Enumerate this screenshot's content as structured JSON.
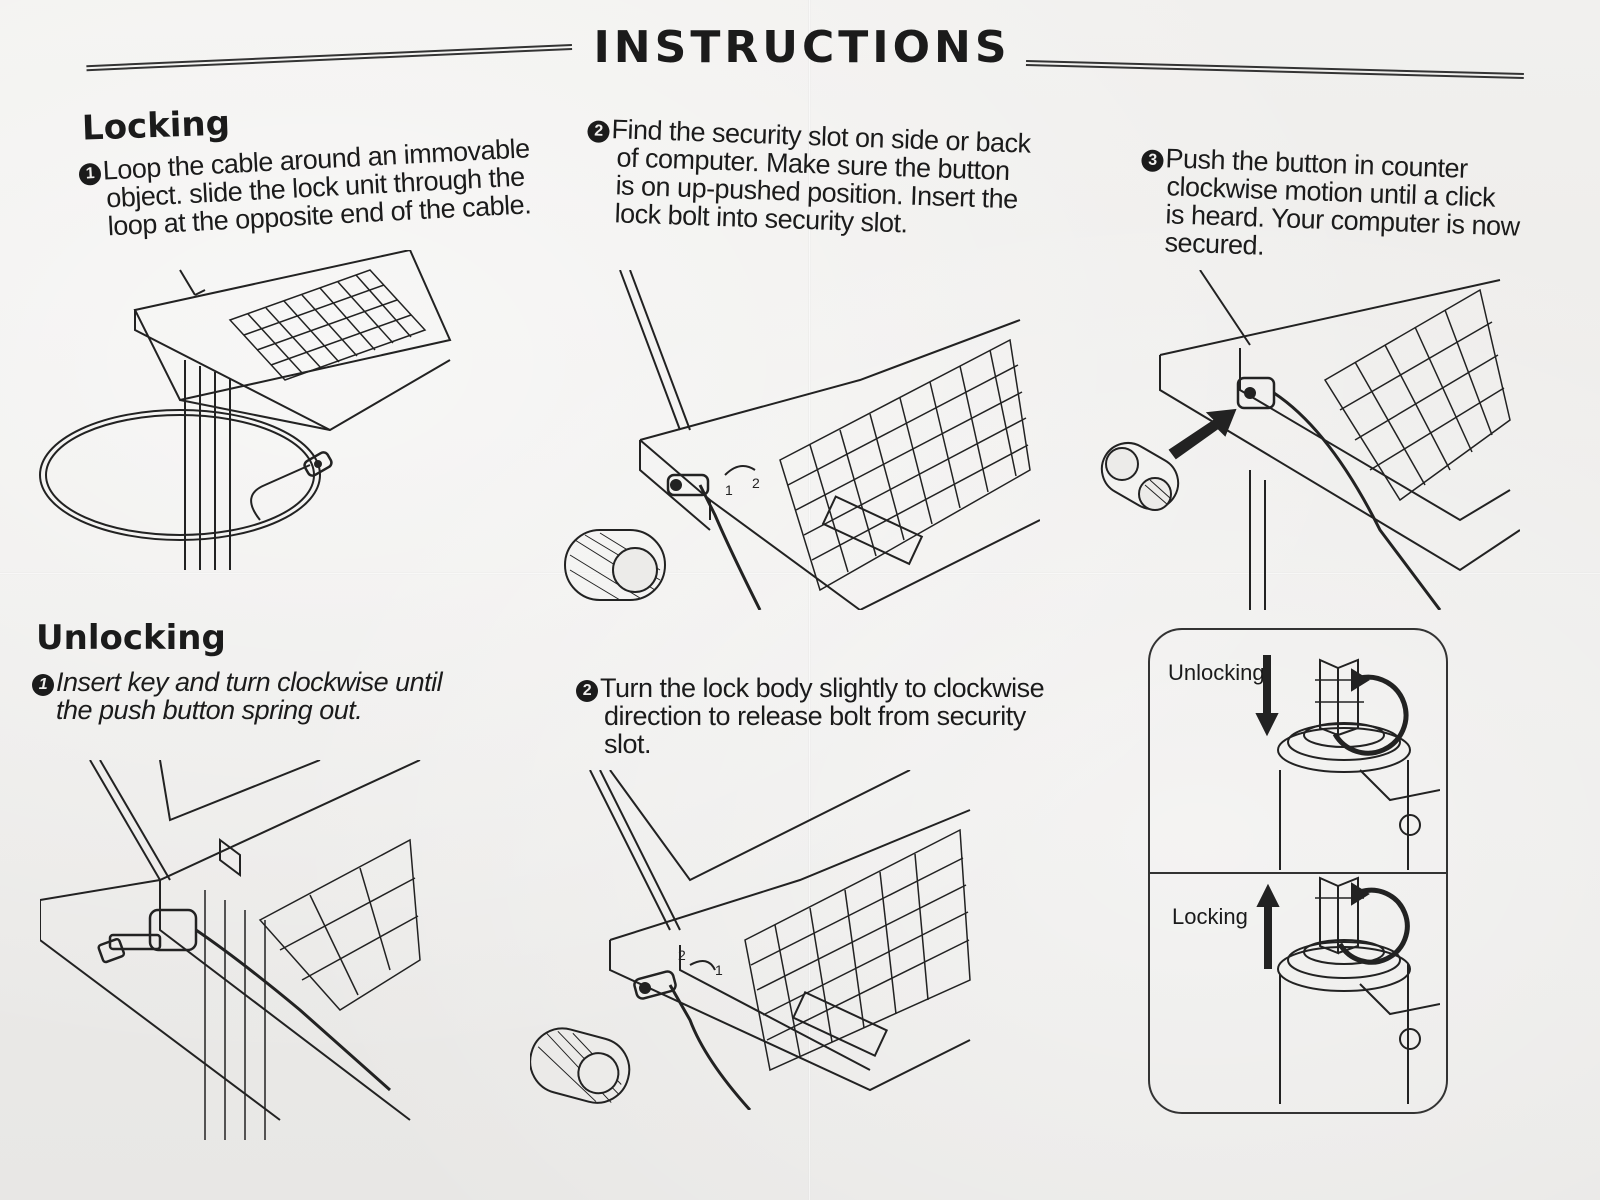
{
  "header": {
    "title": "INSTRUCTIONS"
  },
  "locking": {
    "heading": "Locking",
    "steps": [
      {
        "number": "1",
        "lines": [
          "Loop the cable around an immovable",
          "object. slide the lock unit through the",
          "loop at the opposite end of the cable."
        ]
      },
      {
        "number": "2",
        "lines": [
          "Find the security slot on side or back",
          "of computer. Make sure the button",
          "is on up-pushed position. Insert the",
          "lock bolt into security slot."
        ]
      },
      {
        "number": "3",
        "lines": [
          "Push the button in counter",
          "clockwise motion until a click",
          "is heard. Your computer is now",
          "secured."
        ]
      }
    ]
  },
  "unlocking": {
    "heading": "Unlocking",
    "steps": [
      {
        "number": "1",
        "lines": [
          "Insert key and turn clockwise until",
          "the push button spring out."
        ]
      },
      {
        "number": "2",
        "lines": [
          "Turn the lock body slightly to clockwise",
          "direction to release bolt from security",
          "slot."
        ]
      }
    ]
  },
  "detail_panel": {
    "unlocking_label": "Unlocking",
    "locking_label": "Locking"
  },
  "diagram_numbers": {
    "one": "1",
    "two": "2"
  },
  "colors": {
    "ink": "#1b1b1b",
    "paper": "#ecebe9"
  }
}
